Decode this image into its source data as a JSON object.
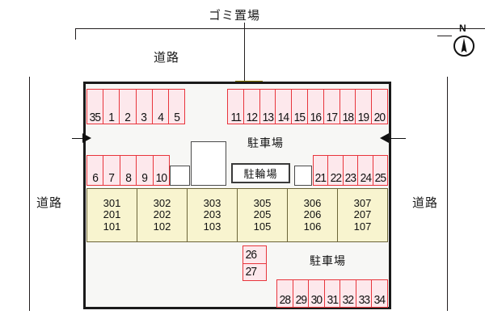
{
  "diagram": {
    "title_labels": {
      "gomi": "ゴミ置場",
      "road_top": "道路",
      "road_left": "道路",
      "road_right": "道路",
      "compass_north": "N"
    },
    "area_labels": {
      "parking_upper": "駐車場",
      "parking_lower": "駐車場",
      "bicycle_parking": "駐輪場"
    },
    "colors": {
      "stall_fill": "#fde8ec",
      "stall_border": "#e8353c",
      "building_fill": "#f8f4cf",
      "building_border": "#6b6438",
      "garbage_fill": "#ffe400",
      "site_border": "#1a1a1a",
      "text": "#111111"
    },
    "parking_rows": {
      "top_left": [
        "35",
        "1",
        "2",
        "3",
        "4",
        "5"
      ],
      "top_right": [
        "11",
        "12",
        "13",
        "14",
        "15",
        "16",
        "17",
        "18",
        "19",
        "20"
      ],
      "mid_left": [
        "6",
        "7",
        "8",
        "9",
        "10"
      ],
      "mid_right": [
        "21",
        "22",
        "23",
        "24",
        "25"
      ],
      "bottom_vertical": [
        "26",
        "27"
      ],
      "bottom_right": [
        "28",
        "29",
        "30",
        "31",
        "32",
        "33",
        "34"
      ]
    },
    "building_units": [
      {
        "floor3": "301",
        "floor2": "201",
        "floor1": "101"
      },
      {
        "floor3": "302",
        "floor2": "202",
        "floor1": "102"
      },
      {
        "floor3": "303",
        "floor2": "203",
        "floor1": "103"
      },
      {
        "floor3": "305",
        "floor2": "205",
        "floor1": "105"
      },
      {
        "floor3": "306",
        "floor2": "206",
        "floor1": "106"
      },
      {
        "floor3": "307",
        "floor2": "207",
        "floor1": "107"
      }
    ],
    "icons": {
      "entrance_arrow_left": "arrow-right-icon",
      "entrance_arrow_right": "arrow-left-icon",
      "compass": "compass-north-icon"
    }
  }
}
